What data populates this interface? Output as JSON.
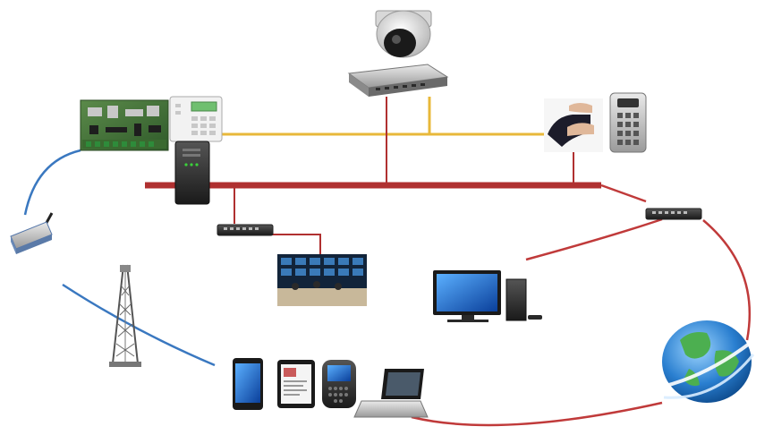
{
  "diagram": {
    "nodes": [
      {
        "id": "dome-camera",
        "icon": "dome-camera-icon"
      },
      {
        "id": "nvr-switch",
        "icon": "network-switch-icon"
      },
      {
        "id": "alarm-panel",
        "icon": "alarm-control-board-icon"
      },
      {
        "id": "keypad",
        "icon": "alarm-keypad-icon"
      },
      {
        "id": "access-control",
        "icon": "access-keypad-icon"
      },
      {
        "id": "network-device",
        "icon": "router-icon"
      },
      {
        "id": "gsm-module",
        "icon": "gsm-modem-icon"
      },
      {
        "id": "left-switch",
        "icon": "network-switch-icon"
      },
      {
        "id": "right-switch",
        "icon": "network-switch-icon"
      },
      {
        "id": "control-room",
        "icon": "control-room-icon"
      },
      {
        "id": "desktop-pc",
        "icon": "desktop-computer-icon"
      },
      {
        "id": "cell-tower",
        "icon": "cell-tower-icon"
      },
      {
        "id": "smartphone",
        "icon": "smartphone-icon"
      },
      {
        "id": "tablet",
        "icon": "tablet-icon"
      },
      {
        "id": "blackberry",
        "icon": "phone-keyboard-icon"
      },
      {
        "id": "laptop",
        "icon": "laptop-icon"
      },
      {
        "id": "internet-globe",
        "icon": "globe-icon"
      }
    ],
    "links": [
      {
        "from": "alarm-panel",
        "to": "access-control",
        "type": "bus",
        "color": "#e8b83a"
      },
      {
        "from": "nvr-switch",
        "to": "bus",
        "type": "drop",
        "color": "#e8b83a"
      },
      {
        "from": "network-device",
        "to": "right-switch",
        "type": "lan-backbone",
        "color": "#b03030"
      },
      {
        "from": "left-switch",
        "to": "control-room",
        "type": "lan",
        "color": "#b03030"
      },
      {
        "from": "right-switch",
        "to": "desktop-pc",
        "type": "lan",
        "color": "#c03a3a"
      },
      {
        "from": "right-switch",
        "to": "internet-globe",
        "type": "wan",
        "color": "#c03a3a"
      },
      {
        "from": "internet-globe",
        "to": "laptop",
        "type": "wan",
        "color": "#c03a3a"
      },
      {
        "from": "alarm-panel",
        "to": "gsm-module",
        "type": "serial",
        "color": "#3a78c0"
      },
      {
        "from": "gsm-module",
        "to": "mobile-devices",
        "type": "wireless",
        "color": "#3a78c0"
      }
    ]
  },
  "colors": {
    "bus_yellow": "#e8b83a",
    "lan_red": "#b03030",
    "wireless_blue": "#3a78c0",
    "globe_blue": "#2a7fd0",
    "globe_green": "#4caf50"
  }
}
